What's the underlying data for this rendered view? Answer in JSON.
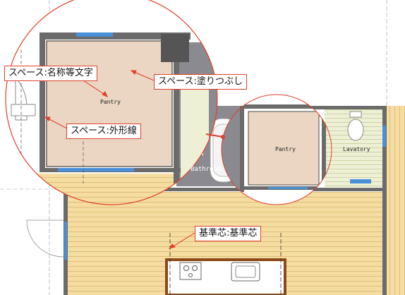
{
  "callouts": {
    "name_text": "スペース:名称等文字",
    "fill": "スペース:塗りつぶし",
    "outline": "スペース:外形線",
    "grid": "基準芯:基準芯"
  },
  "rooms": {
    "pantry_zoomed": "Pantry",
    "pantry": "Pantry",
    "bathroom": "Bathroom",
    "lavatory": "Lavatory"
  },
  "colors": {
    "floor_wood": "#f5dca0",
    "space_fill": "#ead6c2",
    "bath_tile": "#8a8a90",
    "tatami_light": "#eef0d6",
    "wall": "#6b6b6b",
    "accent_red": "#e0402a",
    "window_blue": "#4a90d9"
  }
}
